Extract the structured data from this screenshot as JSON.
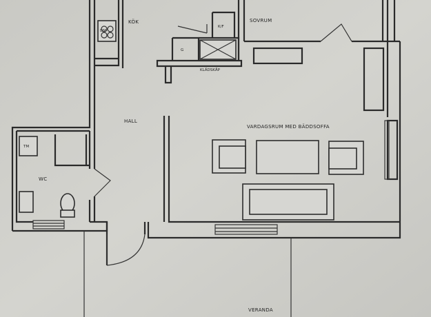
{
  "plan": {
    "rooms": {
      "kok": "KÖK",
      "sovrum": "SOVRUM",
      "hall": "HALL",
      "vardagsrum": "VARDAGSRUM MED BÄDDSOFFA",
      "wc": "WC",
      "veranda": "VERANDA"
    },
    "fixtures": {
      "disk": "DM",
      "kyl_frys": "K/F",
      "garderob": "G",
      "tvatt": "TM",
      "klader": "KLÄDSKÅP"
    }
  }
}
